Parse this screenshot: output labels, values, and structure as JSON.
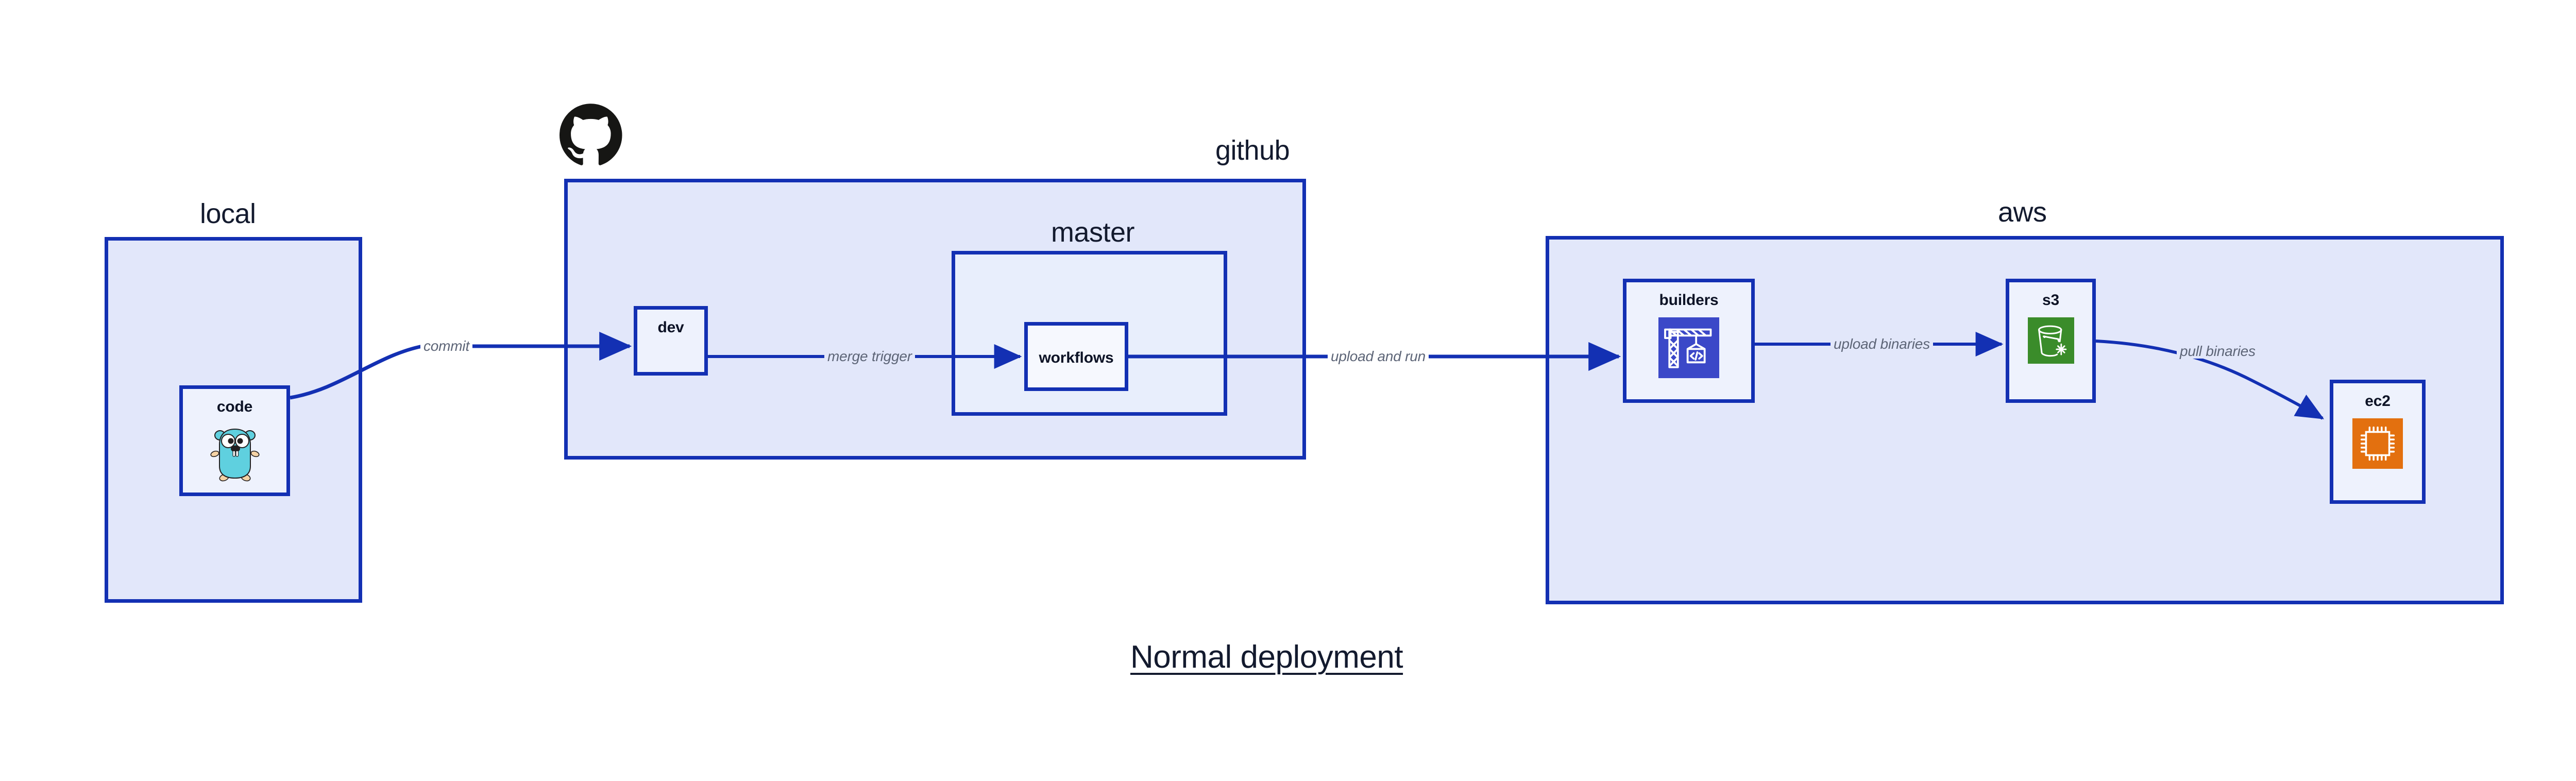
{
  "title": "Normal deployment",
  "colors": {
    "group_border": "#1330b3",
    "group_fill": "#e2e7fa",
    "group_fill_nested": "#e8eefc",
    "node_fill": "#eef2fd",
    "node_fill_white": "#f6f8fe",
    "edge_stroke": "#1330b3",
    "edge_label_text": "#5d6577",
    "label_text": "#131a2e",
    "gopher_cyan": "#5fd0df",
    "builders_blue": "#3b48c8",
    "s3_green": "#3a8c2a",
    "ec2_orange": "#e3700f",
    "github_black": "#161614"
  },
  "groups": [
    {
      "id": "local",
      "label": "local"
    },
    {
      "id": "github",
      "label": "github"
    },
    {
      "id": "master",
      "label": "master"
    },
    {
      "id": "aws",
      "label": "aws"
    }
  ],
  "nodes": [
    {
      "id": "code",
      "label": "code",
      "icon": "go-gopher-icon",
      "parent": "local"
    },
    {
      "id": "dev",
      "label": "dev",
      "icon": null,
      "parent": "github"
    },
    {
      "id": "workflows",
      "label": "workflows",
      "icon": null,
      "parent": "master"
    },
    {
      "id": "builders",
      "label": "builders",
      "icon": "crane-code-icon",
      "parent": "aws"
    },
    {
      "id": "s3",
      "label": "s3",
      "icon": "s3-bucket-icon",
      "parent": "aws"
    },
    {
      "id": "ec2",
      "label": "ec2",
      "icon": "cpu-chip-icon",
      "parent": "aws"
    }
  ],
  "edges": [
    {
      "id": "commit",
      "label": "commit",
      "from": "code",
      "to": "dev"
    },
    {
      "id": "merge-trigger",
      "label": "merge trigger",
      "from": "dev",
      "to": "workflows"
    },
    {
      "id": "upload-and-run",
      "label": "upload and run",
      "from": "workflows",
      "to": "builders"
    },
    {
      "id": "upload-binaries",
      "label": "upload binaries",
      "from": "builders",
      "to": "s3"
    },
    {
      "id": "pull-binaries",
      "label": "pull binaries",
      "from": "s3",
      "to": "ec2"
    }
  ],
  "logos": [
    {
      "id": "github-octocat",
      "name": "github-octocat-icon"
    }
  ]
}
